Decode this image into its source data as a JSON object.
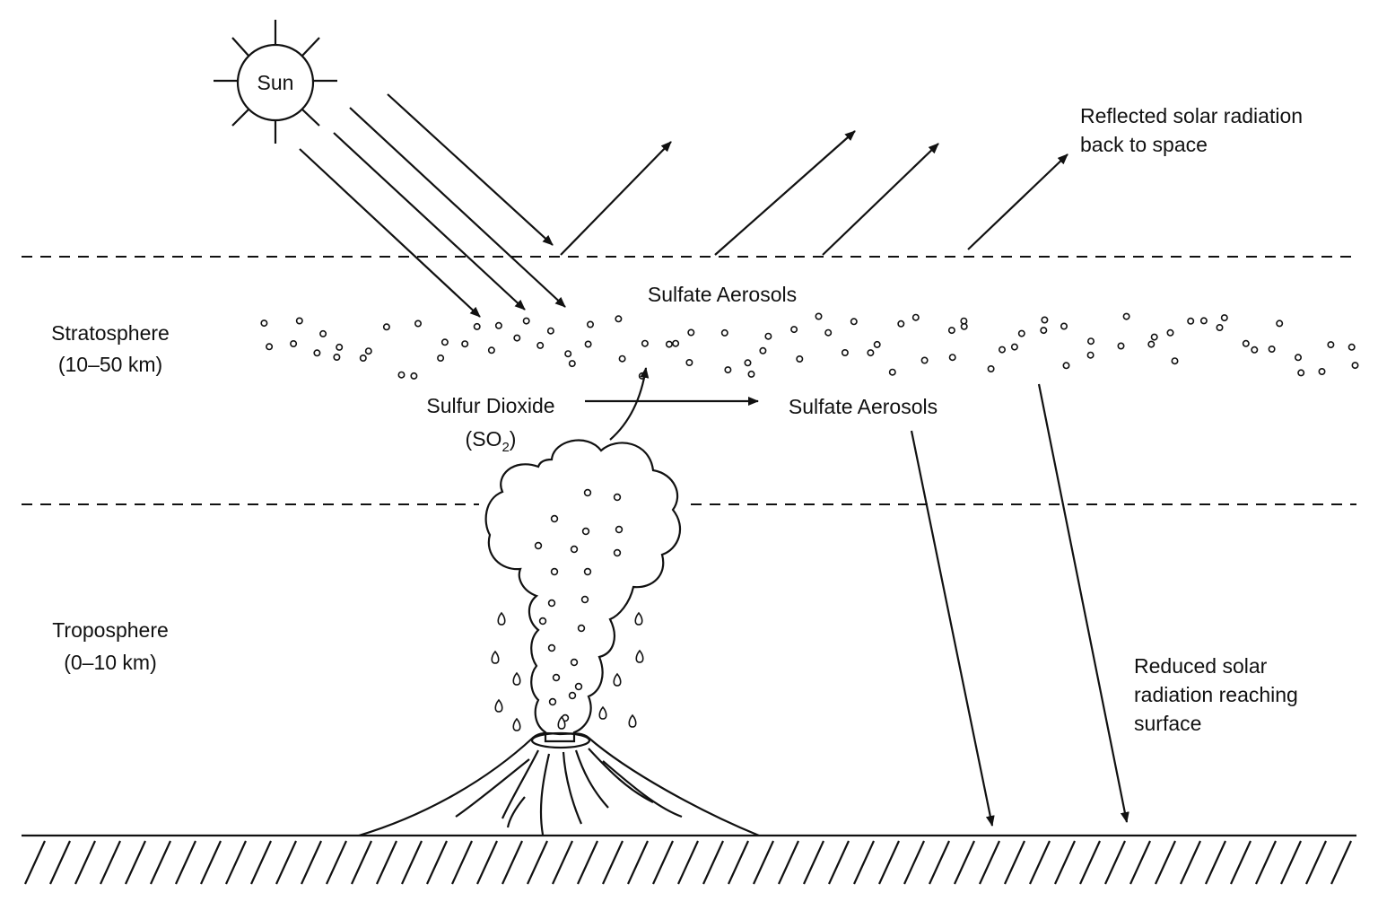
{
  "labels": {
    "sun": "Sun",
    "reflected_line1": "Reflected solar radiation",
    "reflected_line2": "back to space",
    "sulfate_aerosols_layer": "Sulfate Aerosols",
    "stratosphere_name": "Stratosphere",
    "stratosphere_range": "(10–50 km)",
    "sulfur_dioxide": "Sulfur Dioxide",
    "so2_prefix": "(SO",
    "so2_subscript": "2",
    "so2_suffix": ")",
    "sulfate_aerosols_product": "Sulfate Aerosols",
    "troposphere_name": "Troposphere",
    "troposphere_range": "(0–10 km)",
    "reduced_line1": "Reduced solar",
    "reduced_line2": "radiation reaching",
    "reduced_line3": "surface"
  },
  "colors": {
    "ink": "#111111",
    "background": "#ffffff"
  }
}
